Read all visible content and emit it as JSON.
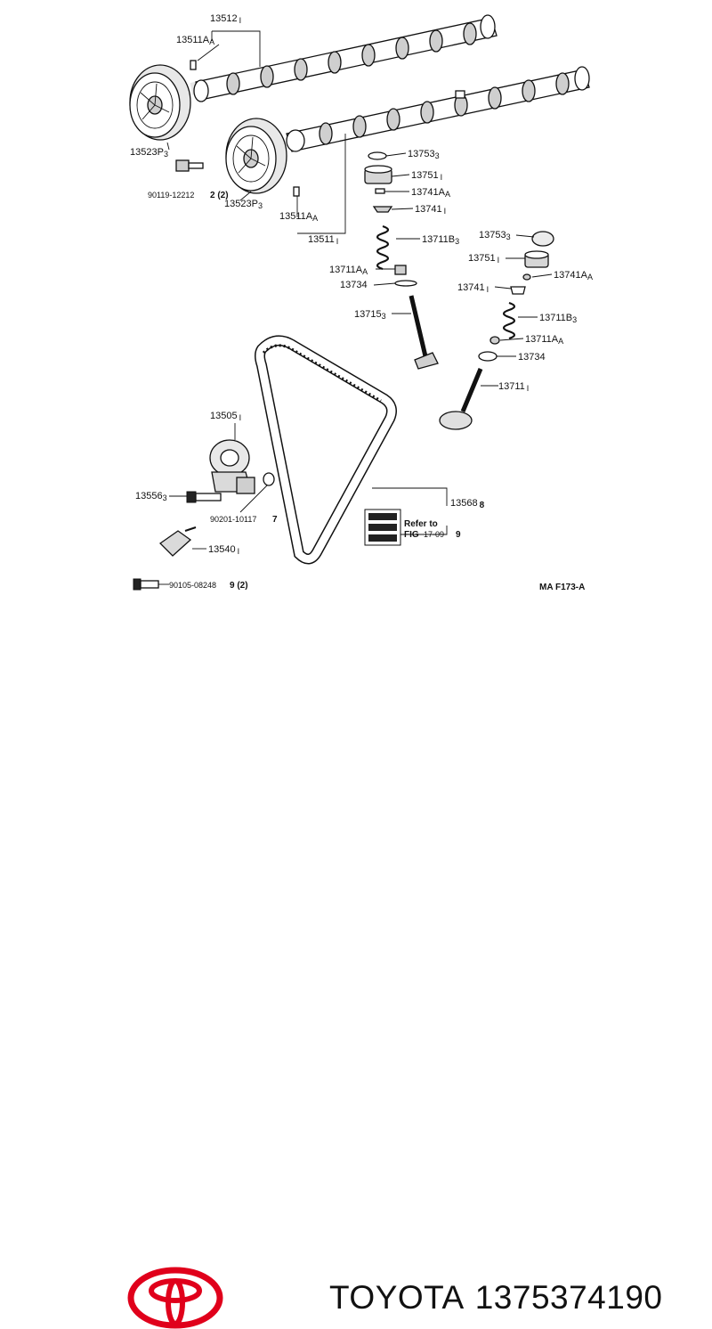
{
  "labels": {
    "camshaft_top": "13512",
    "camshaft_top_suffix": "I",
    "pin_top": "13511A",
    "pin_top_suffix": "A",
    "gear_left": "13523P",
    "gear_left_suffix": "3",
    "bolt_gear": "90119-12212",
    "bolt_gear_qty": "2 (2)",
    "gear_right": "13523P",
    "gear_right_suffix": "3",
    "pin_bottom": "13511A",
    "pin_bottom_suffix": "A",
    "camshaft_bottom": "13511",
    "camshaft_bottom_suffix": "I",
    "shim_1": "13753",
    "shim_1_suffix": "3",
    "lifter_1": "13751",
    "lifter_1_suffix": "I",
    "keeper_1": "13741A",
    "keeper_1_suffix": "A",
    "retainer_1": "13741",
    "retainer_1_suffix": "I",
    "spring_1": "13711B",
    "spring_1_suffix": "3",
    "seal_1": "13711A",
    "seal_1_suffix": "A",
    "seat_1": "13734",
    "valve_1": "13715",
    "valve_1_suffix": "3",
    "shim_2": "13753",
    "shim_2_suffix": "3",
    "lifter_2": "13751",
    "lifter_2_suffix": "I",
    "keeper_2": "13741A",
    "keeper_2_suffix": "A",
    "retainer_2": "13741",
    "retainer_2_suffix": "I",
    "spring_2": "13711B",
    "spring_2_suffix": "3",
    "seal_2": "13711A",
    "seal_2_suffix": "A",
    "seat_2": "13734",
    "valve_2": "13711",
    "valve_2_suffix": "I",
    "tensioner": "13505",
    "tensioner_suffix": "I",
    "tensioner_bolt": "13556",
    "tensioner_bolt_suffix": "3",
    "nut": "90201-10117",
    "nut_qty": "7",
    "spring_tens": "13540",
    "spring_tens_suffix": "I",
    "bolt_bottom": "90105-08248",
    "bolt_bottom_qty": "9 (2)",
    "belt": "13568",
    "belt_suffix": "8",
    "refer_to": "Refer to",
    "fig": "FIG",
    "fig_num": "17-09",
    "fig_qty": "9",
    "diagram_code": "MA F173-A"
  },
  "footer": {
    "brand": "TOYOTA",
    "part_number": "1375374190",
    "logo_color": "#e0001b"
  }
}
